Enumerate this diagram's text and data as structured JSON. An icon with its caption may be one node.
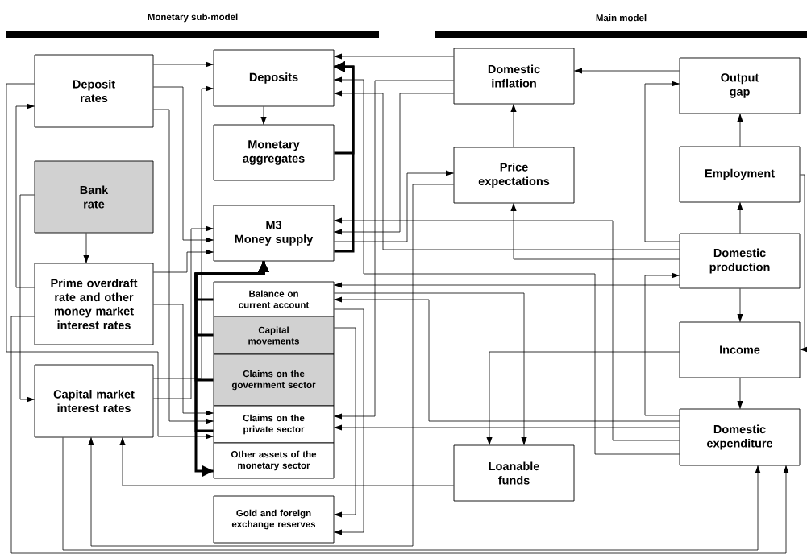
{
  "diagram": {
    "nodes": [
      {
        "text": [
          "Deposit rates"
        ]
      },
      {
        "text": [
          "Deposits"
        ]
      },
      {
        "text": [
          "Monetary aggregates"
        ]
      },
      {
        "text": [
          "Bank rate"
        ]
      },
      {
        "text": [
          "M3",
          "Money supply"
        ]
      },
      {
        "text": [
          "Prime overdraft rate and other money market interest rates"
        ]
      },
      {
        "text": [
          "Balance on current account"
        ]
      },
      {
        "text": [
          "Capital movements"
        ]
      },
      {
        "text": [
          "Claims on the government sector"
        ]
      },
      {
        "text": [
          "Claims on the private sector"
        ]
      },
      {
        "text": [
          "Other assets of the monetary sector"
        ]
      },
      {
        "text": [
          "Capital market interest rates"
        ]
      },
      {
        "text": [
          "Gold and foreign exchange reserves"
        ]
      },
      {
        "text": [
          "Domestic inflation"
        ]
      },
      {
        "text": [
          "Price expectations"
        ]
      },
      {
        "text": [
          "Loanable funds"
        ]
      },
      {
        "text": [
          "Output gap"
        ]
      },
      {
        "text": [
          "Employment"
        ]
      },
      {
        "text": [
          "Domestic production"
        ]
      },
      {
        "text": [
          "Income"
        ]
      },
      {
        "text": [
          "Domestic expenditure"
        ]
      }
    ],
    "edges": [
      {
        "from": 0,
        "to": 1,
        "arrow": "to"
      },
      {
        "from": 1,
        "to": 2,
        "arrow": "to"
      },
      {
        "from": 3,
        "to": 5,
        "arrow": "to"
      },
      {
        "from": 14,
        "to": 13,
        "arrow": "to"
      },
      {
        "from": 16,
        "to": 13,
        "arrow": "to"
      },
      {
        "from": 17,
        "to": 16,
        "arrow": "to"
      },
      {
        "from": 18,
        "to": 17,
        "arrow": "to"
      },
      {
        "from": 18,
        "to": 19,
        "arrow": "to"
      },
      {
        "from": 19,
        "to": 20,
        "arrow": "to"
      },
      {
        "from": 4,
        "to": 1,
        "arrow": "to",
        "style": "thick"
      },
      {
        "from": 2,
        "to": 1,
        "arrow": "to",
        "style": "thick"
      },
      {
        "from": 6,
        "to": 4,
        "arrow": "to",
        "style": "thick"
      },
      {
        "from": 7,
        "to": 4,
        "arrow": "to",
        "style": "thick"
      },
      {
        "from": 8,
        "to": 4,
        "arrow": "to",
        "style": "thick"
      },
      {
        "from": 9,
        "to": 4,
        "arrow": "to",
        "style": "thick"
      },
      {
        "from": 4,
        "to": 10,
        "arrow": "to",
        "style": "thick"
      },
      {
        "from": 0,
        "to": 4,
        "arrow": "to"
      },
      {
        "from": 0,
        "to": 9,
        "arrow": "to"
      },
      {
        "from": 0,
        "to": 9,
        "arrow": "to"
      },
      {
        "from": 5,
        "to": 0,
        "arrow": "to"
      },
      {
        "from": 3,
        "to": 11,
        "arrow": "to"
      },
      {
        "from": 5,
        "to": 4,
        "arrow": "to"
      },
      {
        "from": 5,
        "to": 9,
        "arrow": "to"
      },
      {
        "from": 11,
        "to": 1,
        "arrow": "to"
      },
      {
        "from": 11,
        "to": 4,
        "arrow": "to"
      },
      {
        "from": 15,
        "to": 11,
        "arrow": "to"
      },
      {
        "from": 14,
        "to": 11,
        "arrow": "to"
      },
      {
        "from": 4,
        "to": 14,
        "arrow": "to"
      },
      {
        "from": 13,
        "to": 1,
        "arrow": "to"
      },
      {
        "from": 13,
        "to": 9,
        "arrow": "to"
      },
      {
        "from": 13,
        "to": 4,
        "arrow": "to"
      },
      {
        "from": 20,
        "to": 1,
        "arrow": "to"
      },
      {
        "from": 18,
        "to": 1,
        "arrow": "to"
      },
      {
        "from": 20,
        "to": 4,
        "arrow": "to"
      },
      {
        "from": 18,
        "to": 14,
        "arrow": "to"
      },
      {
        "from": 18,
        "to": 16,
        "arrow": "to"
      },
      {
        "from": 20,
        "to": 18,
        "arrow": "to"
      },
      {
        "from": 17,
        "to": 19,
        "arrow": "to"
      },
      {
        "from": 18,
        "to": 6,
        "arrow": "to"
      },
      {
        "from": 6,
        "to": 12,
        "arrow": "to"
      },
      {
        "from": 7,
        "to": 12,
        "arrow": "to"
      },
      {
        "from": 20,
        "to": 9,
        "arrow": "to"
      },
      {
        "from": 20,
        "to": 6,
        "arrow": "to"
      },
      {
        "from": 19,
        "to": 15,
        "arrow": "to"
      },
      {
        "from": 6,
        "to": 15,
        "arrow": "to"
      },
      {
        "from": 11,
        "to": 20,
        "arrow": "to"
      },
      {
        "from": 5,
        "to": 20,
        "arrow": "to"
      }
    ],
    "labels": [
      "Monetary sub-model",
      "Main model"
    ]
  }
}
